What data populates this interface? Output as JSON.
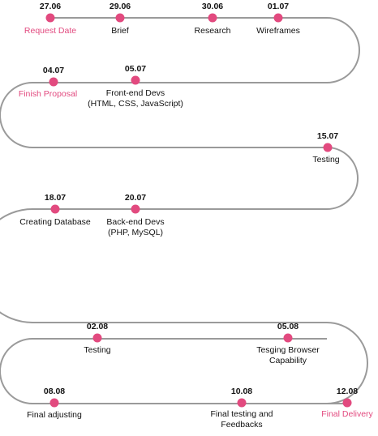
{
  "colors": {
    "track": "#9a9a9a",
    "dot": "#e24a7f",
    "text": "#111111",
    "accent": "#e24a7f"
  },
  "milestones": [
    {
      "date": "27.06",
      "label": "Request Date",
      "accent": true
    },
    {
      "date": "29.06",
      "label": "Brief",
      "accent": false
    },
    {
      "date": "30.06",
      "label": "Research",
      "accent": false
    },
    {
      "date": "01.07",
      "label": "Wireframes",
      "accent": false
    },
    {
      "date": "04.07",
      "label": "Finish Proposal",
      "accent": true
    },
    {
      "date": "05.07",
      "label": "Front-end Devs\n(HTML, CSS, JavaScript)",
      "accent": false
    },
    {
      "date": "15.07",
      "label": "Testing",
      "accent": false
    },
    {
      "date": "18.07",
      "label": "Creating Database",
      "accent": false
    },
    {
      "date": "20.07",
      "label": "Back-end Devs\n(PHP, MySQL)",
      "accent": false
    },
    {
      "date": "02.08",
      "label": "Testing",
      "accent": false
    },
    {
      "date": "05.08",
      "label": "Tesging Browser\nCapability",
      "accent": false
    },
    {
      "date": "08.08",
      "label": "Final adjusting",
      "accent": false
    },
    {
      "date": "10.08",
      "label": "Final testing and\nFeedbacks",
      "accent": false
    },
    {
      "date": "12.08",
      "label": "Final Delivery",
      "accent": true
    }
  ]
}
